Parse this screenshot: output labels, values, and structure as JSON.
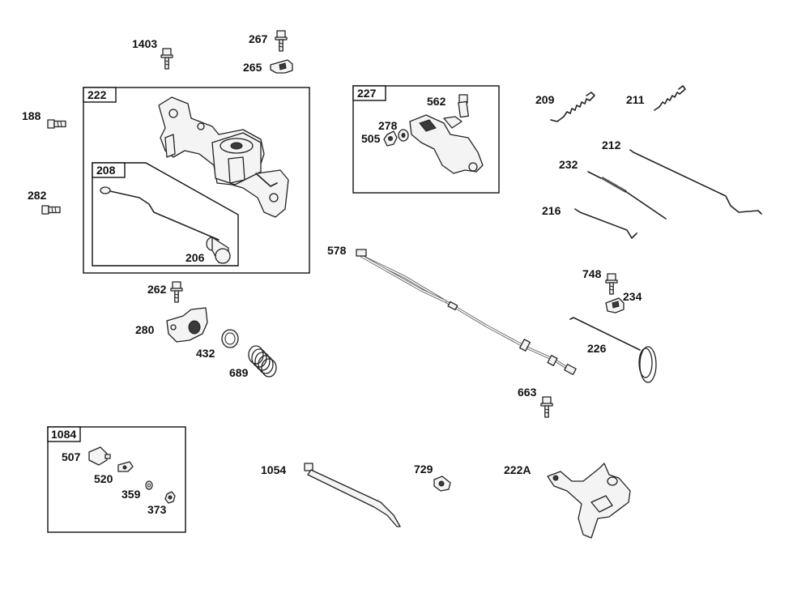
{
  "diagram": {
    "frames": [
      {
        "id": "222",
        "label": "222"
      },
      {
        "id": "208",
        "label": "208"
      },
      {
        "id": "227",
        "label": "227"
      },
      {
        "id": "1084",
        "label": "1084"
      }
    ],
    "callouts": [
      {
        "id": "1403",
        "label": "1403"
      },
      {
        "id": "267",
        "label": "267"
      },
      {
        "id": "265",
        "label": "265"
      },
      {
        "id": "188",
        "label": "188"
      },
      {
        "id": "282",
        "label": "282"
      },
      {
        "id": "206",
        "label": "206"
      },
      {
        "id": "562",
        "label": "562"
      },
      {
        "id": "278",
        "label": "278"
      },
      {
        "id": "505",
        "label": "505"
      },
      {
        "id": "209",
        "label": "209"
      },
      {
        "id": "211",
        "label": "211"
      },
      {
        "id": "212",
        "label": "212"
      },
      {
        "id": "232",
        "label": "232"
      },
      {
        "id": "216",
        "label": "216"
      },
      {
        "id": "578",
        "label": "578"
      },
      {
        "id": "748",
        "label": "748"
      },
      {
        "id": "234",
        "label": "234"
      },
      {
        "id": "262",
        "label": "262"
      },
      {
        "id": "280",
        "label": "280"
      },
      {
        "id": "432",
        "label": "432"
      },
      {
        "id": "689",
        "label": "689"
      },
      {
        "id": "226",
        "label": "226"
      },
      {
        "id": "663",
        "label": "663"
      },
      {
        "id": "507",
        "label": "507"
      },
      {
        "id": "520",
        "label": "520"
      },
      {
        "id": "359",
        "label": "359"
      },
      {
        "id": "373",
        "label": "373"
      },
      {
        "id": "1054",
        "label": "1054"
      },
      {
        "id": "729",
        "label": "729"
      },
      {
        "id": "222A",
        "label": "222A"
      }
    ]
  }
}
